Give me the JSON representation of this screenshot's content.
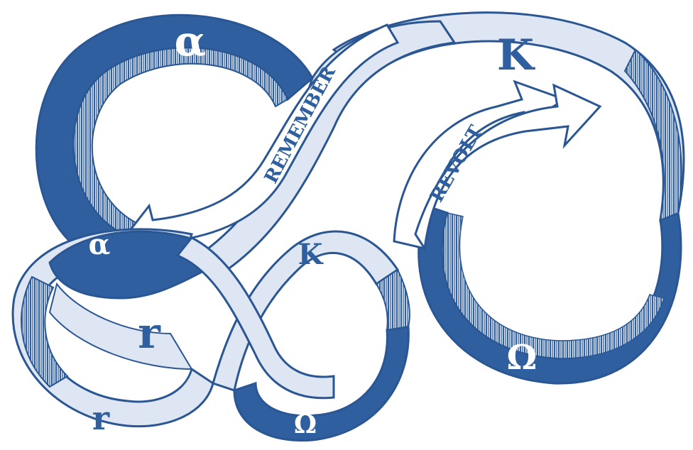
{
  "colors": {
    "dark_blue": "#2f5f9e",
    "light_blue": "#dde6f2",
    "outline": "#2a5694",
    "white": "#ffffff"
  },
  "large_cycle": {
    "alpha": "α",
    "kappa": "K",
    "omega": "Ω"
  },
  "small_cycle": {
    "alpha": "α",
    "kappa": "K",
    "omega": "Ω",
    "r_inner": "r",
    "r_outer": "r"
  },
  "arrows": {
    "remember": "REMEMBER",
    "revolt": "REVOLT"
  }
}
